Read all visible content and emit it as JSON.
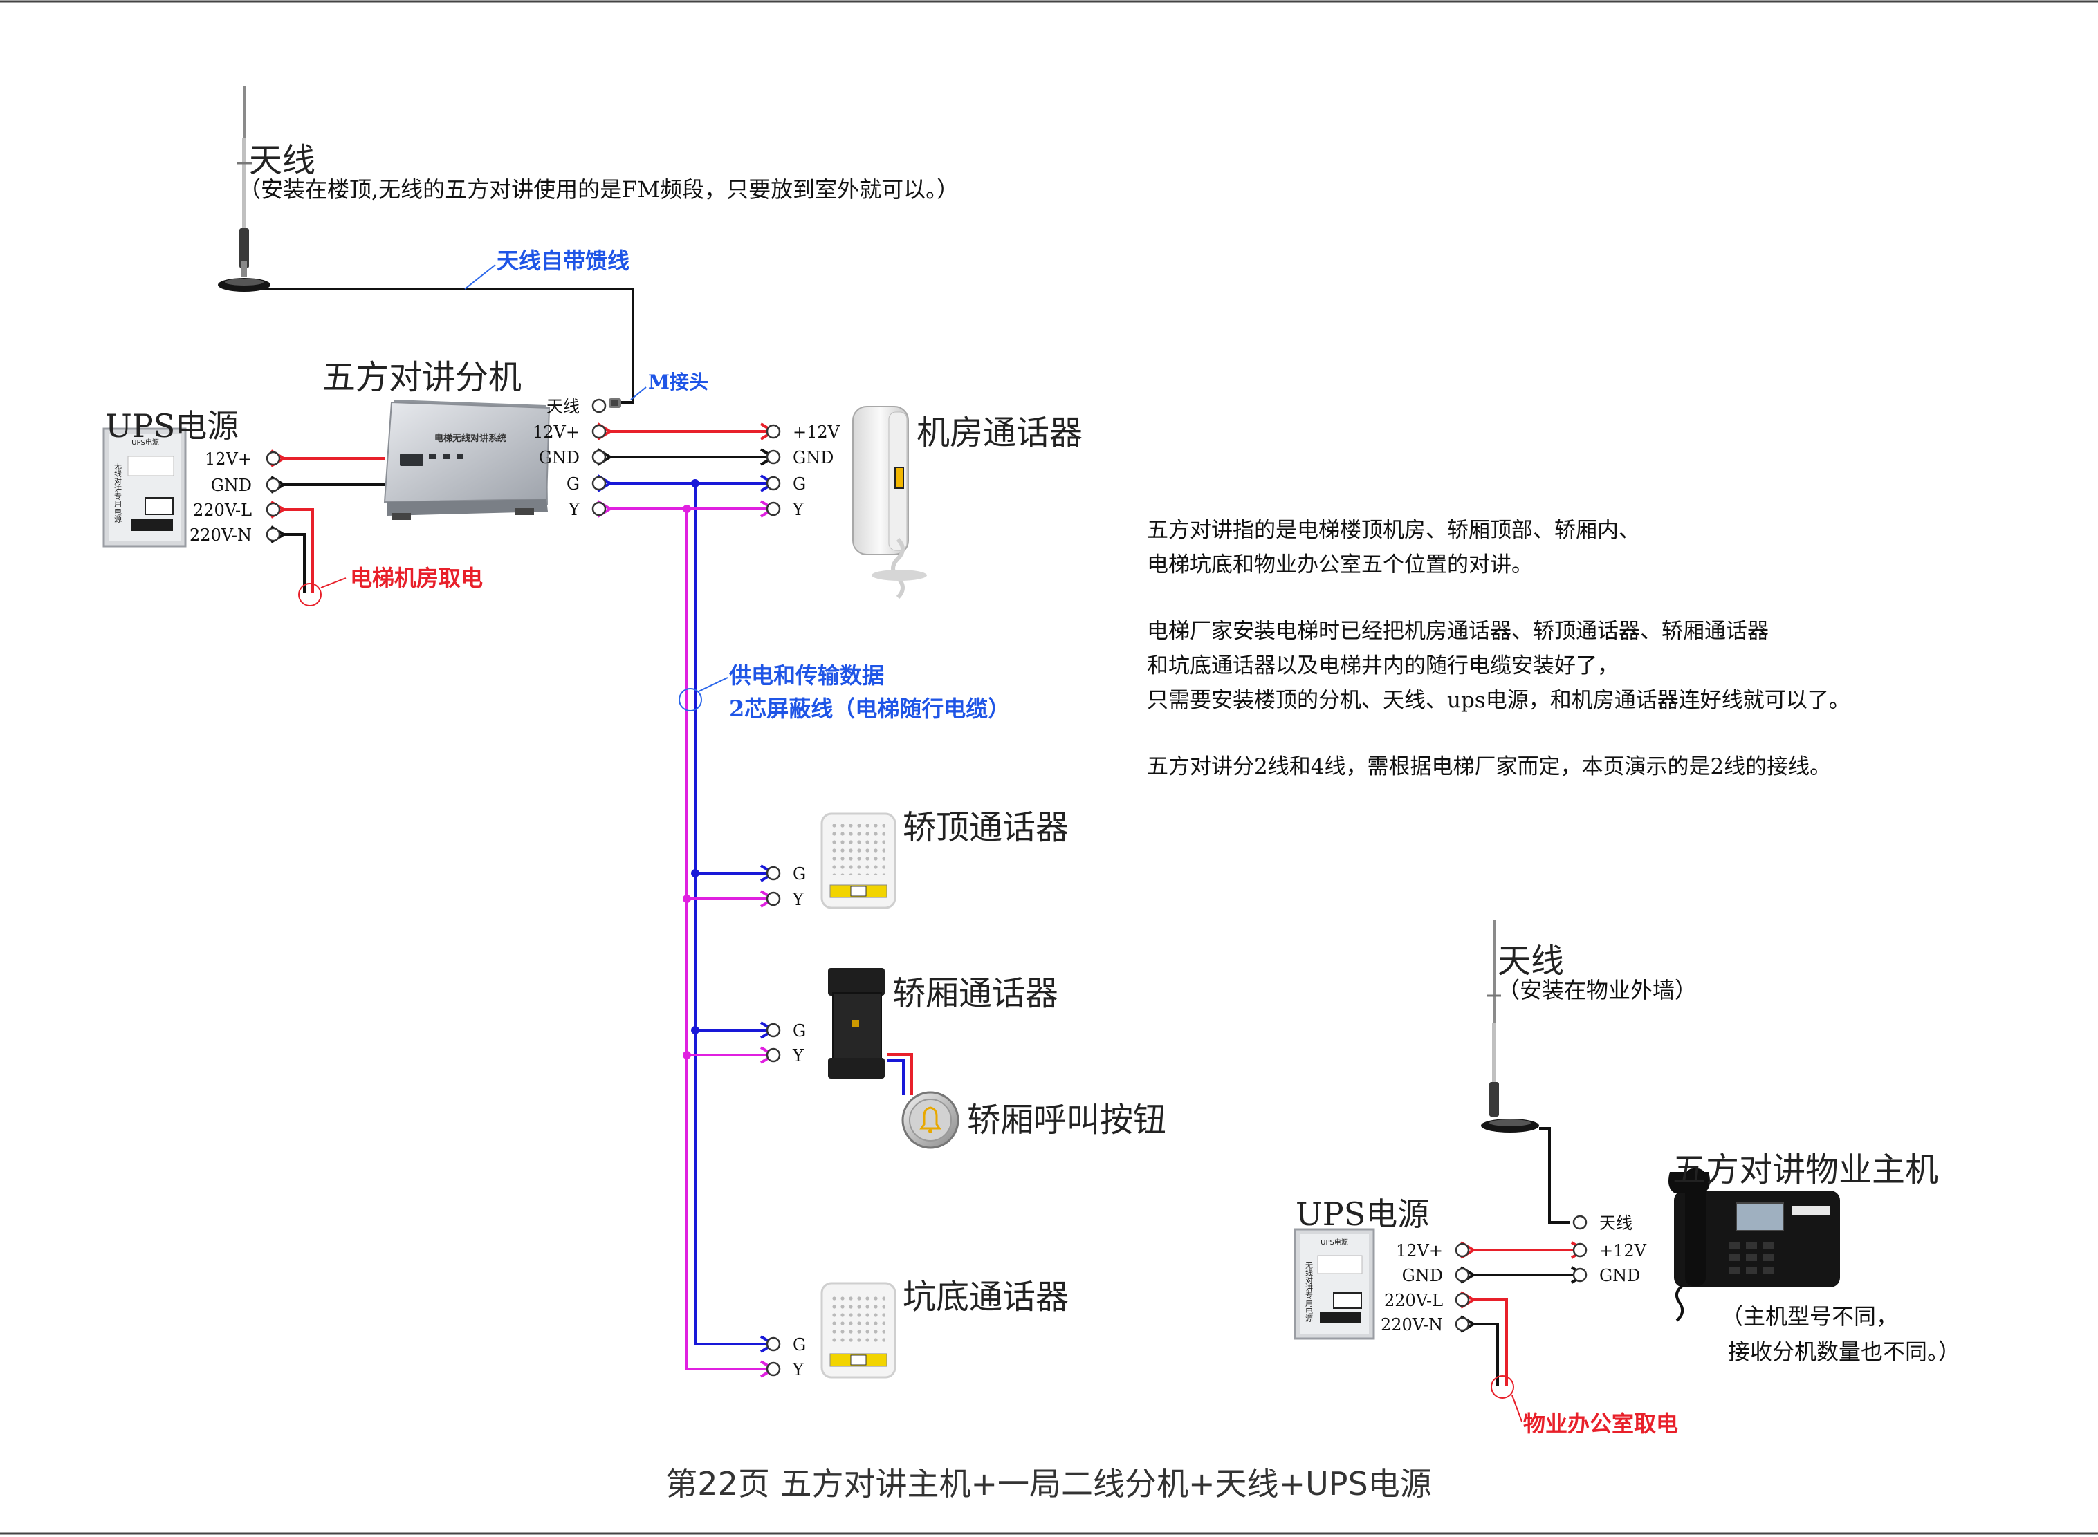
{
  "colors": {
    "red": "#e8202a",
    "blue": "#1818d8",
    "magenta": "#e020e0",
    "black": "#111111",
    "label_blue": "#1f55e6",
    "label_red": "#e8202a",
    "callout_blue": "#2a66ea"
  },
  "antenna_top": {
    "title": "天线",
    "note": "（安装在楼顶,无线的五方对讲使用的是FM频段，只要放到室外就可以。）",
    "feeder_label": "天线自带馈线",
    "connector_label": "M接头"
  },
  "splitter": {
    "title": "五方对讲分机",
    "device_text": "电梯无线对讲系统",
    "terminals": [
      "天线",
      "12V+",
      "GND",
      "G",
      "Y"
    ]
  },
  "ups_top": {
    "title": "UPS电源",
    "terminals": [
      "12V+",
      "GND",
      "220V-L",
      "220V-N"
    ],
    "power_label": "电梯机房取电",
    "box_label": "UPS电源",
    "box_side_text": "无线对讲专用电源"
  },
  "machine_room": {
    "title": "机房通话器",
    "terminals": [
      "+12V",
      "GND",
      "G",
      "Y"
    ]
  },
  "cable_label": {
    "line1": "供电和传输数据",
    "line2": "2芯屏蔽线（电梯随行电缆）"
  },
  "car_top": {
    "title": "轿顶通话器",
    "terminals": [
      "G",
      "Y"
    ]
  },
  "car": {
    "title": "轿厢通话器",
    "terminals": [
      "G",
      "Y"
    ]
  },
  "call_button": {
    "title": "轿厢呼叫按钮"
  },
  "pit": {
    "title": "坑底通话器",
    "terminals": [
      "G",
      "Y"
    ]
  },
  "antenna_office": {
    "title": "天线",
    "note": "（安装在物业外墙）"
  },
  "office_host": {
    "title": "五方对讲物业主机",
    "terminals": [
      "天线",
      "+12V",
      "GND"
    ],
    "note_line1": "（主机型号不同，",
    "note_line2": "接收分机数量也不同。）"
  },
  "ups_office": {
    "title": "UPS电源",
    "terminals": [
      "12V+",
      "GND",
      "220V-L",
      "220V-N"
    ],
    "power_label": "物业办公室取电",
    "box_label": "UPS电源",
    "box_side_text": "无线对讲专用电源"
  },
  "notes": {
    "p1_line1": "五方对讲指的是电梯楼顶机房、轿厢顶部、轿厢内、",
    "p1_line2": "电梯坑底和物业办公室五个位置的对讲。",
    "p2_line1": "电梯厂家安装电梯时已经把机房通话器、轿顶通话器、轿厢通话器",
    "p2_line2": "和坑底通话器以及电梯井内的随行电缆安装好了，",
    "p2_line3": "只需要安装楼顶的分机、天线、ups电源，和机房通话器连好线就可以了。",
    "p3_line1": "五方对讲分2线和4线，需根据电梯厂家而定，本页演示的是2线的接线。"
  },
  "footer": {
    "caption": "第22页  五方对讲主机+一局二线分机+天线+UPS电源"
  }
}
